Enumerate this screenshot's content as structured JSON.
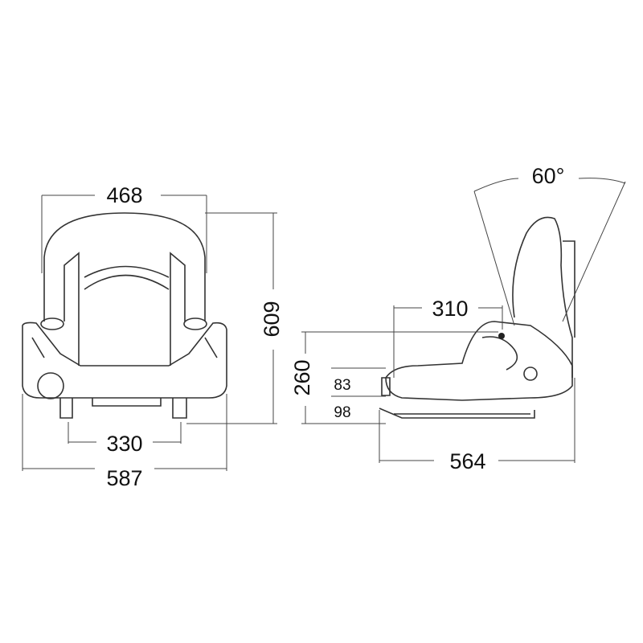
{
  "front_view": {
    "backrest_width": "468",
    "overall_height": "609",
    "mount_width": "330",
    "overall_width": "587"
  },
  "side_view": {
    "seat_depth": "310",
    "seat_height": "260",
    "slide_height_a": "83",
    "slide_height_b": "98",
    "overall_depth": "564",
    "recline_angle": "60°"
  }
}
